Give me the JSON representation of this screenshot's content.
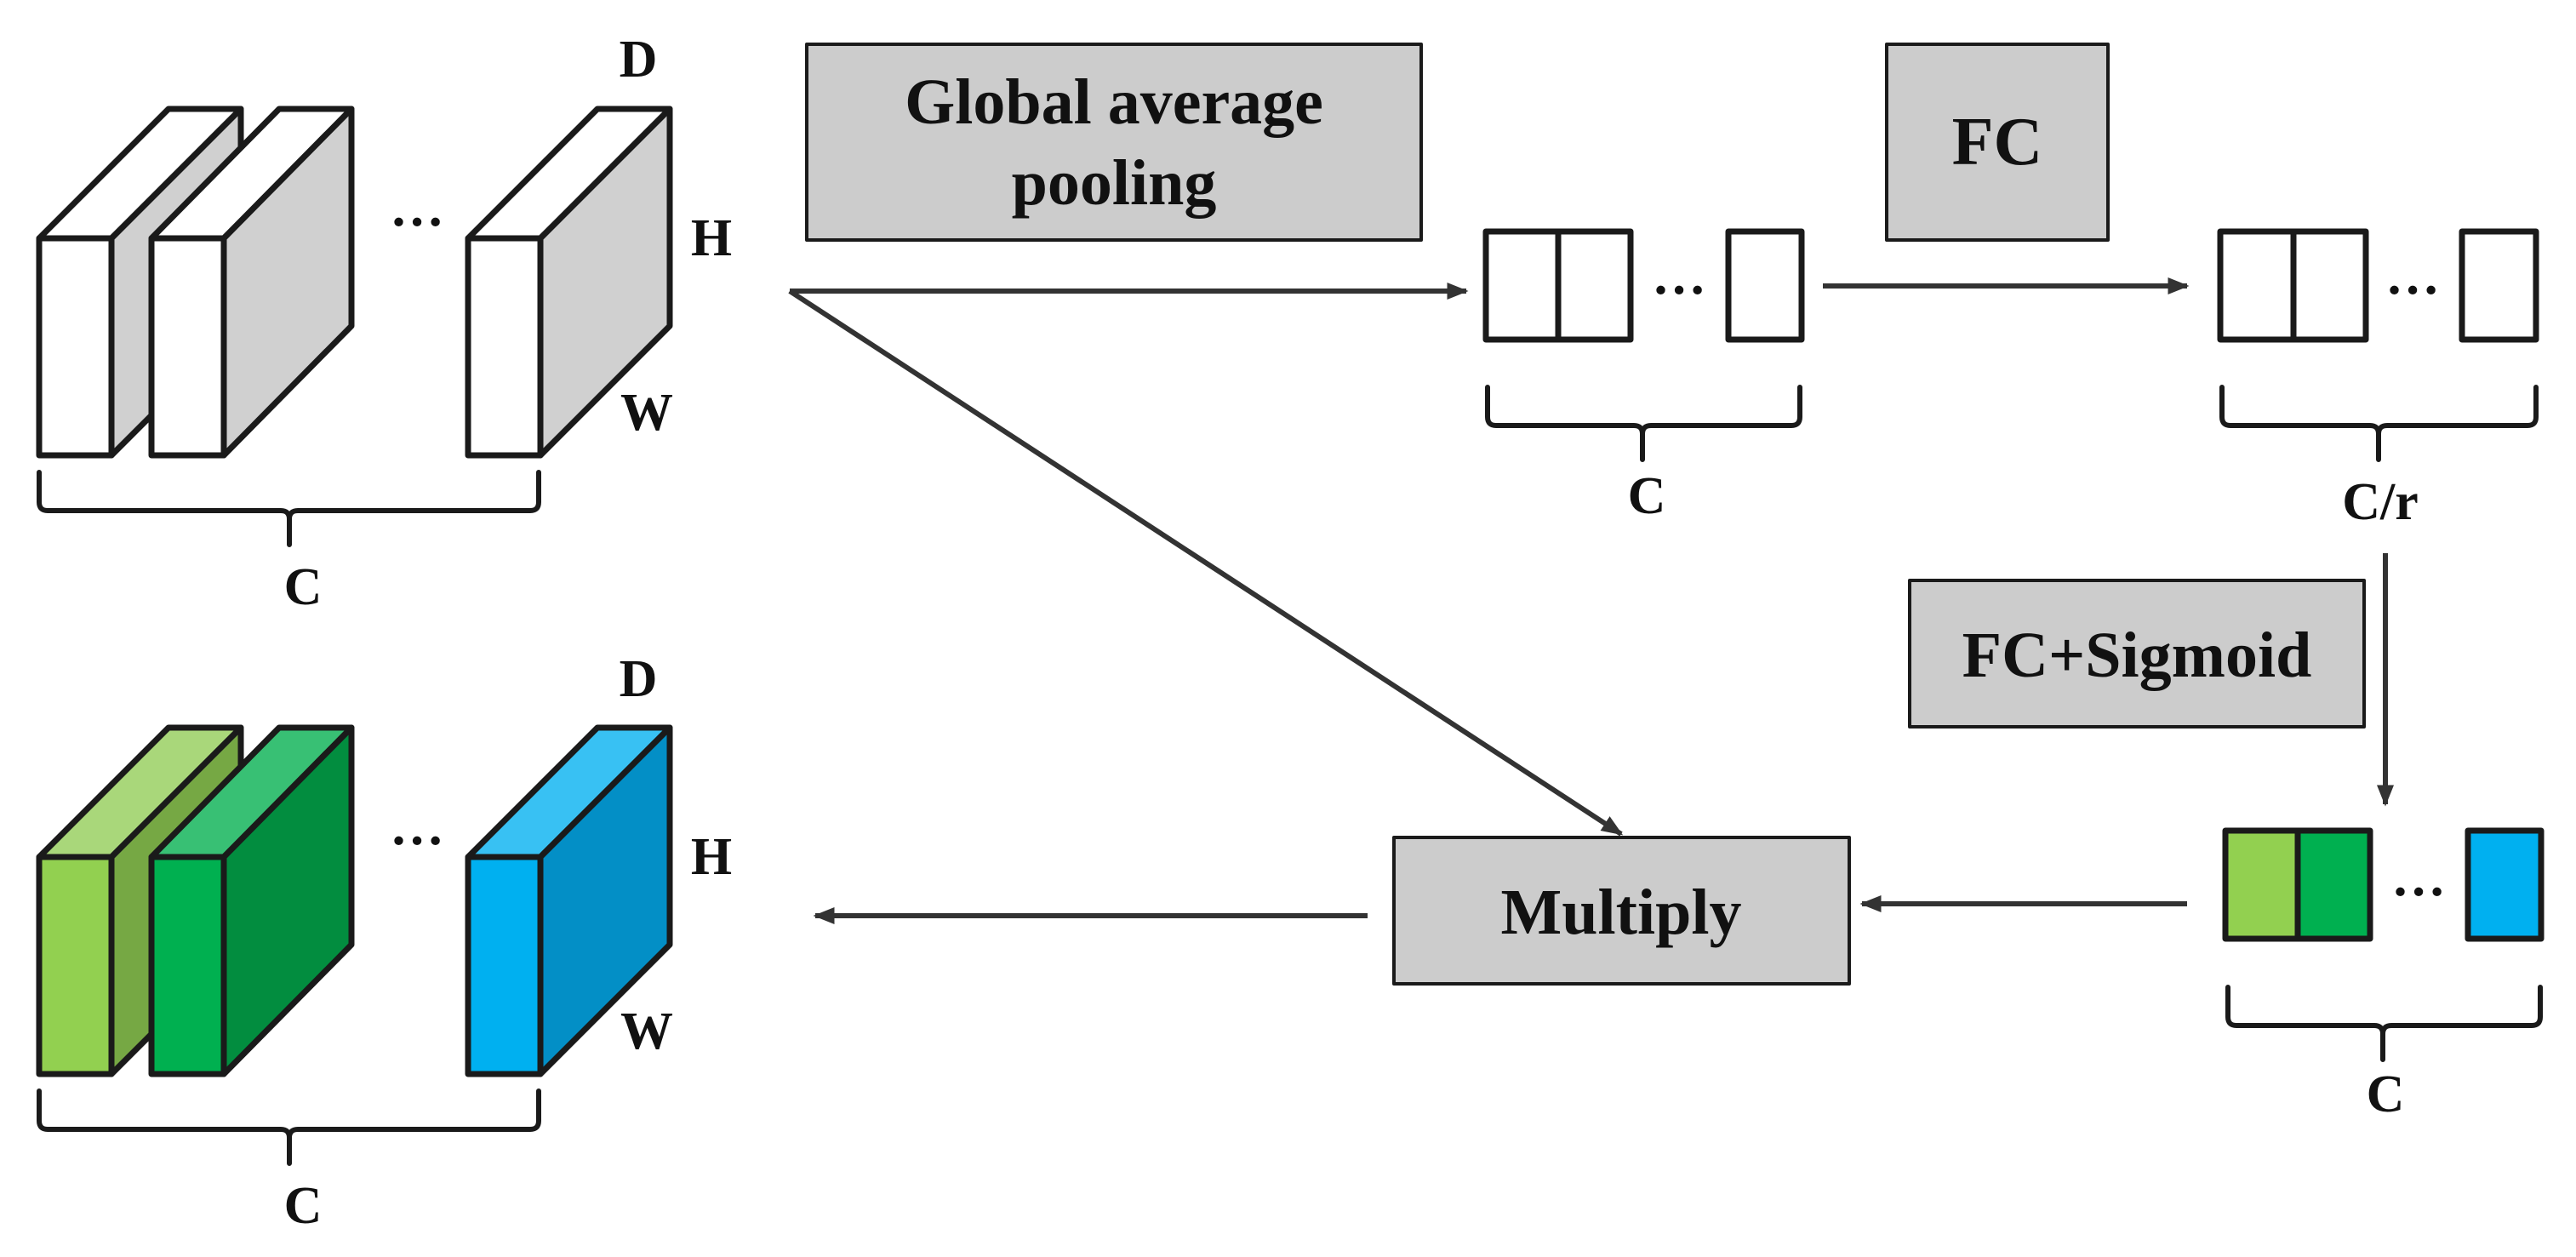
{
  "input_tensor": {
    "dim_depth": "D",
    "dim_height": "H",
    "dim_width": "W",
    "channels": "C",
    "ellipsis": "…"
  },
  "output_tensor": {
    "dim_depth": "D",
    "dim_height": "H",
    "dim_width": "W",
    "channels": "C",
    "ellipsis": "…"
  },
  "steps": {
    "global_pooling": {
      "line1": "Global average",
      "line2": "pooling"
    },
    "fc": "FC",
    "fc_sigmoid": "FC+Sigmoid",
    "multiply": "Multiply"
  },
  "vectors": {
    "pooled": {
      "label": "C",
      "ellipsis": "…"
    },
    "reduced": {
      "label": "C/r",
      "ellipsis": "…"
    },
    "weights": {
      "label": "C",
      "ellipsis": "…"
    }
  },
  "colors": {
    "box_fill": "#cccccc",
    "stroke": "#1a1a1a",
    "arrow": "#333333",
    "input_front": "#ffffff",
    "input_side": "#d0d0d0",
    "ch1_front": "#92d050",
    "ch1_top": "#a9d77a",
    "ch1_side": "#76a844",
    "ch2_front": "#00b050",
    "ch2_top": "#38c074",
    "ch2_side": "#028d3f",
    "chN_front": "#00b0f0",
    "chN_top": "#38c1f3",
    "chN_side": "#038fc6"
  }
}
